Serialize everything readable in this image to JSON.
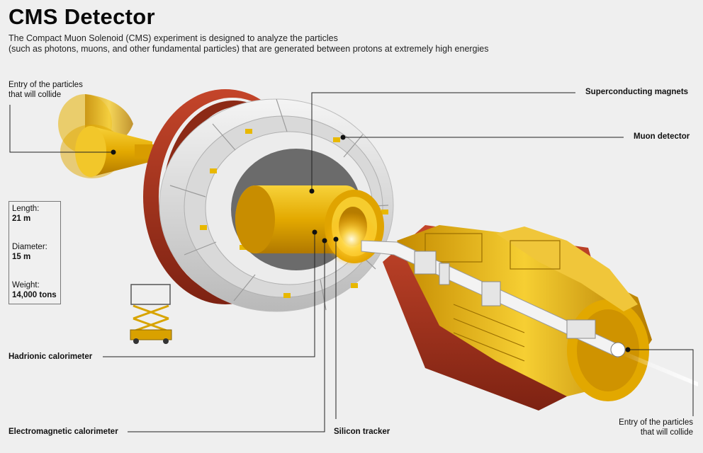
{
  "title": "CMS Detector",
  "subtitle": {
    "line1": "The Compact Muon Solenoid (CMS) experiment is designed to analyze the particles",
    "line2": "(such as photons, muons, and other fundamental particles) that are generated between protons at extremely high energies"
  },
  "labels": {
    "entry_top_line1": "Entry of the particles",
    "entry_top_line2": "that will collide",
    "superconducting_magnets": "Superconducting magnets",
    "muon_detector": "Muon detector",
    "hadronic_calorimeter": "Hadrionic calorimeter",
    "electromagnetic_calorimeter": "Electromagnetic calorimeter",
    "silicon_tracker": "Silicon tracker",
    "entry_bottom_line1": "Entry of the particles",
    "entry_bottom_line2": "that will collide"
  },
  "specs": {
    "length_label": "Length:",
    "length_value": "21 m",
    "diameter_label": "Diameter:",
    "diameter_value": "15 m",
    "weight_label": "Weight:",
    "weight_value": "14,000 tons"
  },
  "colors": {
    "background": "#efefef",
    "gold": "#e8b000",
    "red": "#a8321c",
    "steel": "#d9d9d9"
  }
}
